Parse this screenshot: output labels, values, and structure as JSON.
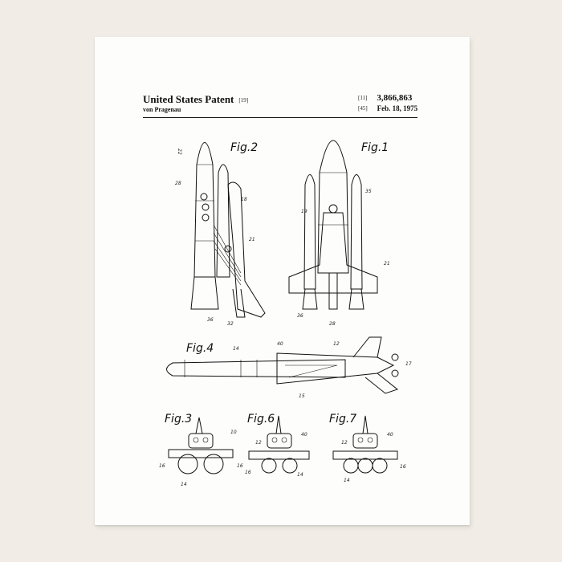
{
  "patent": {
    "title": "United States Patent",
    "title_ref": "[19]",
    "inventor": "von Pragenau",
    "number_ref": "[11]",
    "number": "3,866,863",
    "date_ref": "[45]",
    "date": "Feb. 18, 1975"
  },
  "figures": {
    "fig1": "Fig.1",
    "fig2": "Fig.2",
    "fig3": "Fig.3",
    "fig4": "Fig.4",
    "fig6": "Fig.6",
    "fig7": "Fig.7"
  },
  "colors": {
    "background": "#f1ece6",
    "paper": "#fdfdfc",
    "ink": "#111111"
  }
}
